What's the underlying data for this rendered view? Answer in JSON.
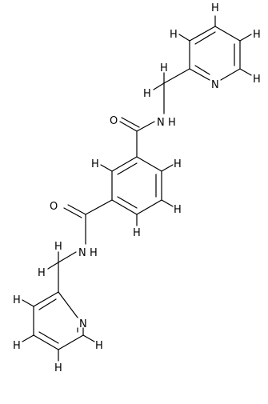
{
  "labels": {
    "h_top_1": "H",
    "h_top_2": "H",
    "h_top_3": "H",
    "h_top_4": "H",
    "n_pyr_top": "N",
    "h_ch2_top_1": "H",
    "h_ch2_top_2": "H",
    "n_amide_top": "N",
    "h_amide_top": "H",
    "o_top": "O",
    "h_ring_1": "H",
    "h_ring_2": "H",
    "h_ring_3": "H",
    "h_ring_4": "H",
    "o_bottom": "O",
    "n_amide_bottom": "N",
    "h_amide_bottom": "H",
    "h_ch2_bottom_1": "H",
    "h_ch2_bottom_2": "H",
    "h_bot_1": "H",
    "h_bot_2": "H",
    "h_bot_3": "H",
    "h_bot_4": "H",
    "n_pyr_bottom": "N"
  },
  "colors": {
    "bond": "#000000",
    "text": "#000000",
    "background": "#ffffff"
  }
}
